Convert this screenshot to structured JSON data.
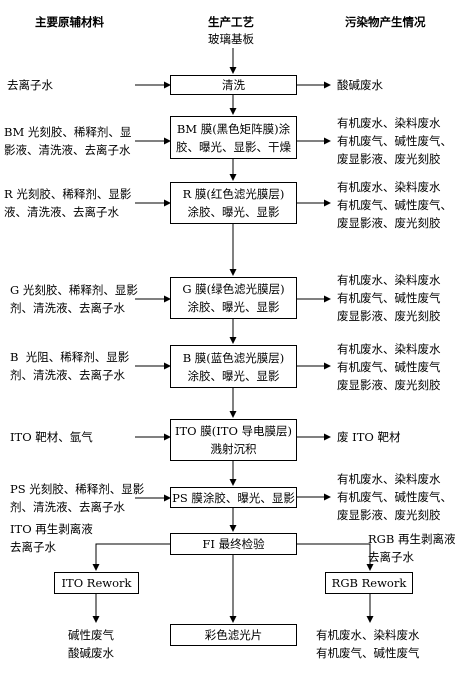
{
  "headers": {
    "left": "主要原辅材料",
    "center": "生产工艺",
    "right": "污染物产生情况"
  },
  "start": "玻璃基板",
  "steps": [
    {
      "box": "清洗",
      "input": "去离子水",
      "output": "酸碱废水"
    },
    {
      "box": "BM 膜(黑色矩阵膜)涂\n胶、曝光、显影、干燥",
      "input": "BM 光刻胶、稀释剂、显\n影液、清洗液、去离子水",
      "output": "有机废水、染料废水\n有机废气、碱性废气、\n废显影液、废光刻胶"
    },
    {
      "box": "R 膜(红色滤光膜层)\n涂胶、曝光、显影",
      "input": "R 光刻胶、稀释剂、显影\n液、清洗液、去离子水",
      "output": "有机废水、染料废水\n有机废气、碱性废气、\n废显影液、废光刻胶"
    },
    {
      "box": "G 膜(绿色滤光膜层)\n涂胶、曝光、显影",
      "input": "G 光刻胶、稀释剂、显影\n剂、清洗液、去离子水",
      "output": "有机废水、染料废水\n有机废气、碱性废气\n废显影液、废光刻胶"
    },
    {
      "box": "B 膜(蓝色滤光膜层)\n涂胶、曝光、显影",
      "input": "B  光阻、稀释剂、显影\n剂、清洗液、去离子水",
      "output": "有机废水、染料废水\n有机废气、碱性废气\n废显影液、废光刻胶"
    },
    {
      "box": "ITO 膜(ITO 导电膜层)\n溅射沉积",
      "input": "ITO 靶材、氩气",
      "output": "废 ITO 靶材"
    },
    {
      "box": "PS 膜涂胶、曝光、显影",
      "input": "PS 光刻胶、稀释剂、显影\n剂、清洗液、去离子水",
      "output": "有机废水、染料废水\n有机废气、碱性废气、\n废显影液、废光刻胶"
    }
  ],
  "inspection": {
    "box": "FI 最终检验",
    "left_input": "ITO 再生剥离液\n去离子水",
    "right_input": "RGB 再生剥离液\n去离子水"
  },
  "rework": {
    "left_box": "ITO Rework",
    "left_output": "碱性废气\n酸碱废水",
    "right_box": "RGB Rework",
    "right_output": "有机废水、染料废水\n有机废气、碱性废气"
  },
  "final": "彩色滤光片"
}
